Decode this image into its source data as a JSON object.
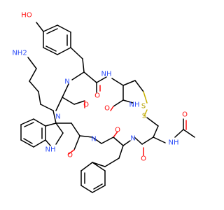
{
  "molecule": {
    "colors": {
      "carbon": "#000000",
      "oxygen": "#ff0d0d",
      "nitrogen": "#3050f8",
      "sulfur": "#c9b100",
      "background": "#ffffff"
    },
    "labels": {
      "hydroxyl": "HO",
      "amine": "NH2",
      "nh_top": "NH",
      "n_lys": "N",
      "n_tyr": "N",
      "n_cys": "N",
      "s_top": "S",
      "s_bottom": "S",
      "nh_cys2": "NH",
      "n_trp": "N",
      "nh_indole": "NH",
      "o_tyr": "O",
      "o_lys": "O",
      "o_cys": "O",
      "o_gly": "O",
      "o_phe": "O",
      "n_gly": "N",
      "n_phe": "N",
      "o_acetyl": "O",
      "nh_acetyl": "NH",
      "o_cys2": "O"
    }
  }
}
